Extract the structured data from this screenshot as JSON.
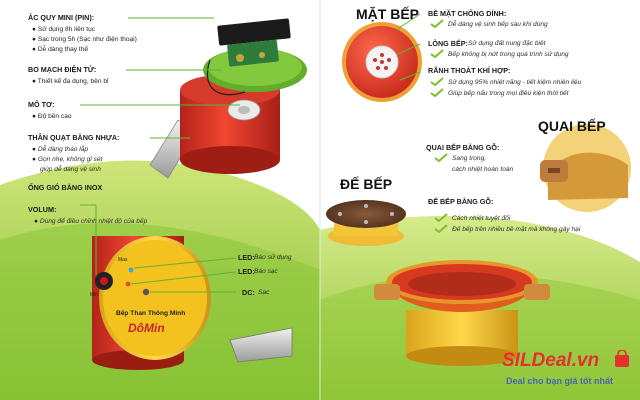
{
  "colors": {
    "green": "#7fbf2a",
    "red": "#e23b2a",
    "yellow": "#f1c22a",
    "brand_red": "#e5302d",
    "brand_blue": "#4a64b0"
  },
  "left": {
    "battery": {
      "title": "ẮC QUY MINI  (PIN):",
      "items": [
        "Sử dụng 8h liên tục",
        "Sạc trong 5h (Sạc như điện thoại)",
        "Dễ dàng thay thế"
      ]
    },
    "board": {
      "title": "BO MẠCH ĐIỆN TỬ:",
      "items": [
        "Thiết kế đa dụng, bền bỉ"
      ]
    },
    "motor": {
      "title": "MÔ TƠ:",
      "items": [
        "Độ bền cao"
      ]
    },
    "fan": {
      "title": "THÂN QUẠT BẰNG NHỰA:",
      "items": [
        "Dễ dàng tháo lắp",
        "Gọn nhẹ, không gỉ sét",
        "giúp dễ dàng vệ sinh"
      ]
    },
    "pipe": {
      "title": "ỐNG GIÓ BẰNG INOX"
    },
    "volume": {
      "title": "VOLUM:",
      "items": [
        "Dùng để điều chỉnh nhiệt độ của bếp"
      ]
    },
    "led1": {
      "title": "LED:",
      "desc": "Báo sử dụng"
    },
    "led2": {
      "title": "LED:",
      "desc": "Báo sạc"
    },
    "dc": {
      "title": "DC:",
      "desc": "Sạc"
    },
    "device": {
      "max": "Max",
      "knob": "Min",
      "brand": "Bếp Than Thông Minh",
      "logo": "DôMin"
    }
  },
  "right": {
    "mat_bep": "MẶT BẾP",
    "quai_bep": "QUAI BẾP",
    "de_bep": "ĐẾ BẾP",
    "features": [
      {
        "title": "BỀ MẶT CHỐNG DÍNH:",
        "items": [
          "Dễ dàng vệ sinh bếp sau khi dùng"
        ]
      },
      {
        "title": "LÒNG BẾP:",
        "items": [
          "Sử dụng đất nung đặc biệt",
          "Bếp không bị nứt trong quá trình sử dụng"
        ]
      },
      {
        "title": "RÃNH THOÁT KHÍ HỢP:",
        "items": [
          "Sử dụng 95% nhiệt năng - tiết kiệm nhiên liệu",
          "Giúp bếp nấu trong mọi điều kiện thời tiết"
        ]
      }
    ],
    "handle": {
      "title": "QUAI BẾP BẰNG GỖ:",
      "items": [
        "Sang trọng,",
        "cách nhiệt hoàn toàn"
      ]
    },
    "base": {
      "title": "ĐẾ BẾP BẰNG GỖ:",
      "items": [
        "Cách nhiệt tuyệt đối",
        "Đế bếp trên nhiều bề mặt mà không gây hại"
      ]
    }
  },
  "brand": {
    "logo": "SILDeal.vn",
    "slogan": "Deal cho bạn giá tốt nhất"
  }
}
